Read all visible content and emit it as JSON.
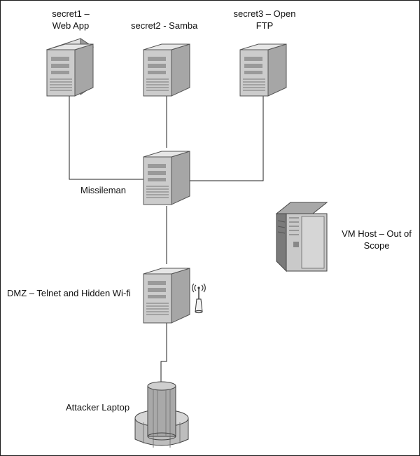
{
  "nodes": {
    "secret1": {
      "label_line1": "secret1 –",
      "label_line2": "Web App",
      "icon": "server-tower-icon"
    },
    "secret2": {
      "label": "secret2 - Samba",
      "icon": "server-tower-icon"
    },
    "secret3": {
      "label_line1": "secret3 – Open",
      "label_line2": "FTP",
      "icon": "server-tower-icon"
    },
    "missileman": {
      "label": "Missileman",
      "icon": "server-tower-icon"
    },
    "dmz": {
      "label": "DMZ – Telnet and Hidden Wi-fi",
      "icon": "server-tower-icon",
      "accessory": "wifi-router-icon"
    },
    "vm_host": {
      "label_line1": "VM Host – Out of",
      "label_line2": "Scope",
      "icon": "rack-server-icon"
    },
    "attacker": {
      "label": "Attacker Laptop",
      "icon": "cylinder-device-icon"
    }
  },
  "colors": {
    "server_light": "#d9d9d9",
    "server_mid": "#b8b8b8",
    "server_dark": "#8c8c8c",
    "line": "#222222"
  }
}
